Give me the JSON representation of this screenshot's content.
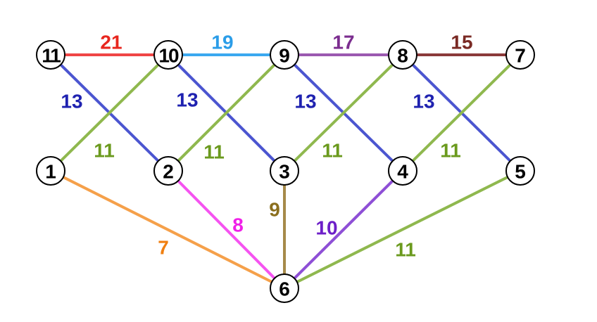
{
  "graph": {
    "nodes": [
      {
        "id": "1",
        "label": "1"
      },
      {
        "id": "2",
        "label": "2"
      },
      {
        "id": "3",
        "label": "3"
      },
      {
        "id": "4",
        "label": "4"
      },
      {
        "id": "5",
        "label": "5"
      },
      {
        "id": "6",
        "label": "6"
      },
      {
        "id": "7",
        "label": "7"
      },
      {
        "id": "8",
        "label": "8"
      },
      {
        "id": "9",
        "label": "9"
      },
      {
        "id": "10",
        "label": "10"
      },
      {
        "id": "11",
        "label": "11"
      }
    ],
    "edges": [
      {
        "from": "11",
        "to": "10",
        "label": "21",
        "color": "#f04545",
        "label_color": "#e8261e"
      },
      {
        "from": "10",
        "to": "9",
        "label": "19",
        "color": "#3ba8f0",
        "label_color": "#2b9de8"
      },
      {
        "from": "9",
        "to": "8",
        "label": "17",
        "color": "#9b59b0",
        "label_color": "#7b2d8f"
      },
      {
        "from": "8",
        "to": "7",
        "label": "15",
        "color": "#8b3a3a",
        "label_color": "#7a2a24"
      },
      {
        "from": "11",
        "to": "2",
        "label": "13",
        "color": "#4b55d0",
        "label_color": "#1f22b0"
      },
      {
        "from": "10",
        "to": "3",
        "label": "13",
        "color": "#4b55d0",
        "label_color": "#1f22b0"
      },
      {
        "from": "9",
        "to": "4",
        "label": "13",
        "color": "#4b55d0",
        "label_color": "#1f22b0"
      },
      {
        "from": "8",
        "to": "5",
        "label": "13",
        "color": "#4b55d0",
        "label_color": "#1f22b0"
      },
      {
        "from": "10",
        "to": "1",
        "label": "11",
        "color": "#8fb84e",
        "label_color": "#6b9a1e"
      },
      {
        "from": "9",
        "to": "2",
        "label": "11",
        "color": "#8fb84e",
        "label_color": "#6b9a1e"
      },
      {
        "from": "8",
        "to": "3",
        "label": "11",
        "color": "#8fb84e",
        "label_color": "#6b9a1e"
      },
      {
        "from": "7",
        "to": "4",
        "label": "11",
        "color": "#8fb84e",
        "label_color": "#6b9a1e"
      },
      {
        "from": "1",
        "to": "6",
        "label": "7",
        "color": "#f5a04a",
        "label_color": "#f07f10"
      },
      {
        "from": "2",
        "to": "6",
        "label": "8",
        "color": "#f553f0",
        "label_color": "#f020e8"
      },
      {
        "from": "3",
        "to": "6",
        "label": "9",
        "color": "#a68a4a",
        "label_color": "#8b6f1e"
      },
      {
        "from": "4",
        "to": "6",
        "label": "10",
        "color": "#8e4fd6",
        "label_color": "#6d1fc8"
      },
      {
        "from": "5",
        "to": "6",
        "label": "11",
        "color": "#8fb84e",
        "label_color": "#6b9a1e"
      }
    ]
  }
}
